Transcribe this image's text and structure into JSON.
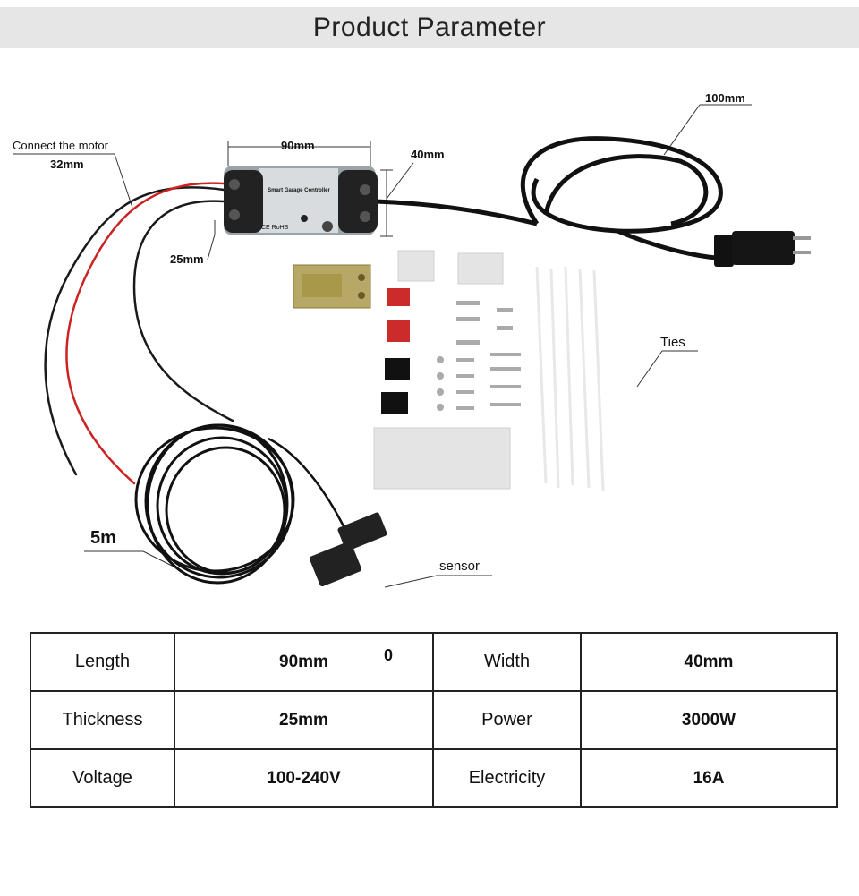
{
  "header": {
    "title": "Product Parameter"
  },
  "image_labels": {
    "connect_motor": "Connect the motor",
    "wire_length": "32mm",
    "controller_width": "90mm",
    "controller_height": "40mm",
    "cord_length": "100mm",
    "thickness": "25mm",
    "ties": "Ties",
    "sensor_cable": "5m",
    "sensor": "sensor",
    "device_name": "Smart Garage Controller",
    "device_marks": "CE RoHS"
  },
  "table": {
    "rows": [
      {
        "label1": "Length",
        "value1": "90mm",
        "extra": "0",
        "label2": "Width",
        "value2": "40mm"
      },
      {
        "label1": "Thickness",
        "value1": "25mm",
        "extra": "",
        "label2": "Power",
        "value2": "3000W"
      },
      {
        "label1": "Voltage",
        "value1": "100-240V",
        "extra": "",
        "label2": "Electricity",
        "value2": "16A"
      }
    ]
  }
}
